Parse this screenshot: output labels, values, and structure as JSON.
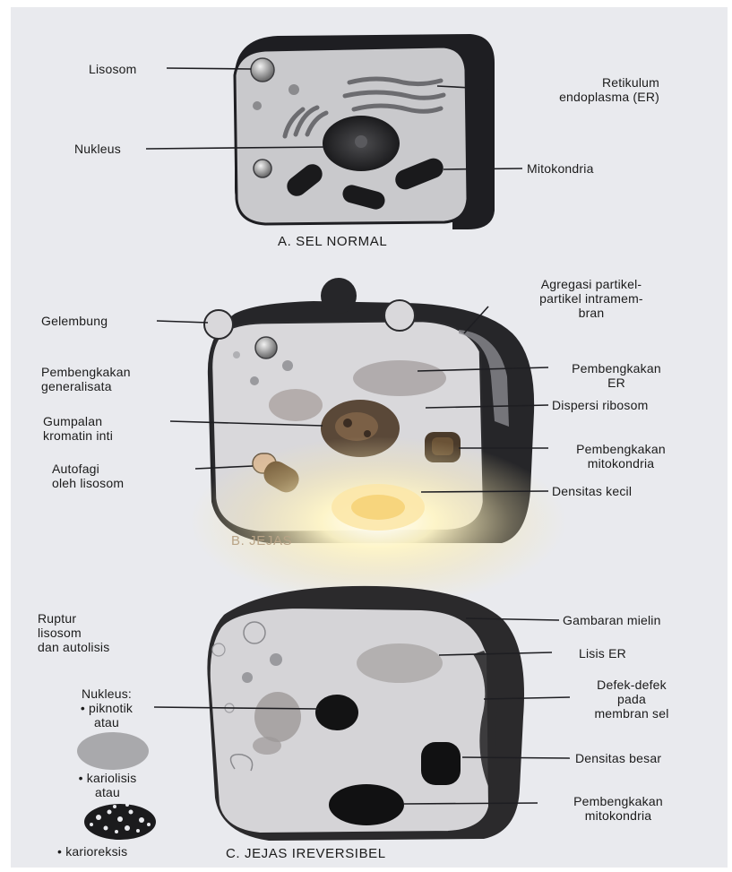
{
  "colors": {
    "paper": "#e9eaee",
    "cell_fill": "#cdcdd0",
    "cell_border": "#1e1e22",
    "label_text": "#1b1b1b",
    "glare": "#fff6c8"
  },
  "panel_a": {
    "caption": "A. SEL NORMAL",
    "labels": {
      "lysosome": "Lisosom",
      "nucleus": "Nukleus",
      "er_line1": "Retikulum",
      "er_line2": "endoplasma (ER)",
      "mitochondria": "Mitokondria"
    }
  },
  "panel_b": {
    "caption": "B. JEJAS",
    "labels": {
      "bleb": "Gelembung",
      "gen_swelling_line1": "Pembengkakan",
      "gen_swelling_line2": "generalisata",
      "chromatin_line1": "Gumpalan",
      "chromatin_line2": "kromatin inti",
      "autophagy_line1": "Autofagi",
      "autophagy_line2": "oleh lisosom",
      "aggregation_line1": "Agregasi partikel-",
      "aggregation_line2": "partikel intramem-",
      "aggregation_line3": "bran",
      "er_swelling_line1": "Pembengkakan",
      "er_swelling_line2": "ER",
      "ribosome_dispersion": "Dispersi ribosom",
      "mito_swelling_line1": "Pembengkakan",
      "mito_swelling_line2": "mitokondria",
      "small_density": "Densitas kecil"
    }
  },
  "panel_c": {
    "caption": "C. JEJAS IREVERSIBEL",
    "labels": {
      "rupture_line1": "Ruptur",
      "rupture_line2": "lisosom",
      "rupture_line3": "dan autolisis",
      "nucleus_title": "Nukleus:",
      "pyknotic_line1": "• piknotik",
      "pyknotic_line2": "atau",
      "karyolysis_line1": "• kariolisis",
      "karyolysis_line2": "atau",
      "karyorrhexis": "• karioreksis",
      "myelin": "Gambaran mielin",
      "er_lysis": "Lisis ER",
      "membrane_line1": "Defek-defek",
      "membrane_line2": "pada",
      "membrane_line3": "membran sel",
      "large_density": "Densitas besar",
      "mito_swelling_line1": "Pembengkakan",
      "mito_swelling_line2": "mitokondria"
    }
  }
}
